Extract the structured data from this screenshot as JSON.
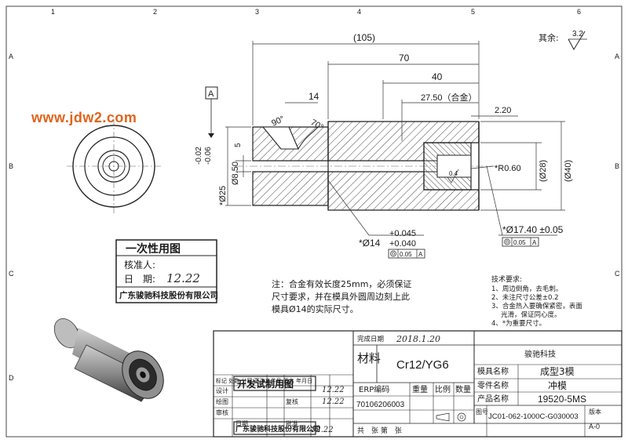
{
  "watermark": "www.jdw2.com",
  "border": {
    "top_numbers": [
      "1",
      "2",
      "3",
      "4",
      "5",
      "6"
    ],
    "side_letters": [
      "A",
      "B",
      "C",
      "D"
    ]
  },
  "roughness": {
    "label": "其余:",
    "value": "3.2"
  },
  "datum": "A",
  "dims": {
    "d105": "(105)",
    "d70": "70",
    "d40": "40",
    "d14": "14",
    "d2750": "27.50（合金）",
    "d220": "2.20",
    "a90": "90°",
    "a70": "70°",
    "dphi850": "Ø8.50",
    "d5": "5",
    "dphi25": "*Ø25",
    "tol25_up": "-0.02",
    "tol25_lo": "-0.06",
    "r060": "*R0.60",
    "dphi28": "(Ø28)",
    "dphi40": "(Ø40)",
    "r04": "0.4",
    "dphi14": "*Ø14",
    "tol14_up": "+0.045",
    "tol14_lo": "+0.040",
    "gt14": "0.05",
    "gt14_ref": "A",
    "dphi1740": "*Ø17.40 ±0.05",
    "gt17": "0.05",
    "gt17_ref": "A"
  },
  "stamp": {
    "title": "一次性用图",
    "approver_label": "核准人:",
    "date_label": "日　期:",
    "date_value": "12.22",
    "company": "广东骏驰科技股份有限公司"
  },
  "note": {
    "line1": "注：合金有效长度25mm，必须保证",
    "line2": "尺寸要求，并在模具外圆周边刻上此",
    "line3": "模具Ø14的实际尺寸。"
  },
  "tech": {
    "title": "技术要求:",
    "items": [
      "1、周边倒角，去毛刺。",
      "2、未注尺寸公差±0.2",
      "3、合金热入要确保紧密，表面",
      "光滑，保证同心度。",
      "4、*为重要尺寸。"
    ]
  },
  "title_block": {
    "finish_label": "完成日期",
    "finish_date": "2018.1.20",
    "material_label": "材料",
    "material": "Cr12/YG6",
    "company": "骏驰科技",
    "mold_name_label": "模具名称",
    "mold_name": "成型3模",
    "part_name_label": "零件名称",
    "part_name": "冲模",
    "product_label": "产品名称",
    "product": "19520-5MS",
    "erp_label": "ERP编码",
    "erp": "70106206003",
    "weight_label": "重量",
    "scale_label": "比例",
    "qty_label": "数量",
    "sheets": "共　张 第　张",
    "drawing_no_label": "图号",
    "drawing_no": "JC01-062-1000C-G030003",
    "version_label": "版本",
    "version": "A-0",
    "rev_header": "标记 处数 分区 更改文件号 签名 年月日",
    "design": "设计",
    "draw": "绘图",
    "check": "审核",
    "review": "复核",
    "dev_stamp": "开发试制用图",
    "stamp_date": "12.22",
    "date_label": "日期",
    "approve": "批准",
    "company_stamp": "广东骏驰科技股份有限公司"
  }
}
